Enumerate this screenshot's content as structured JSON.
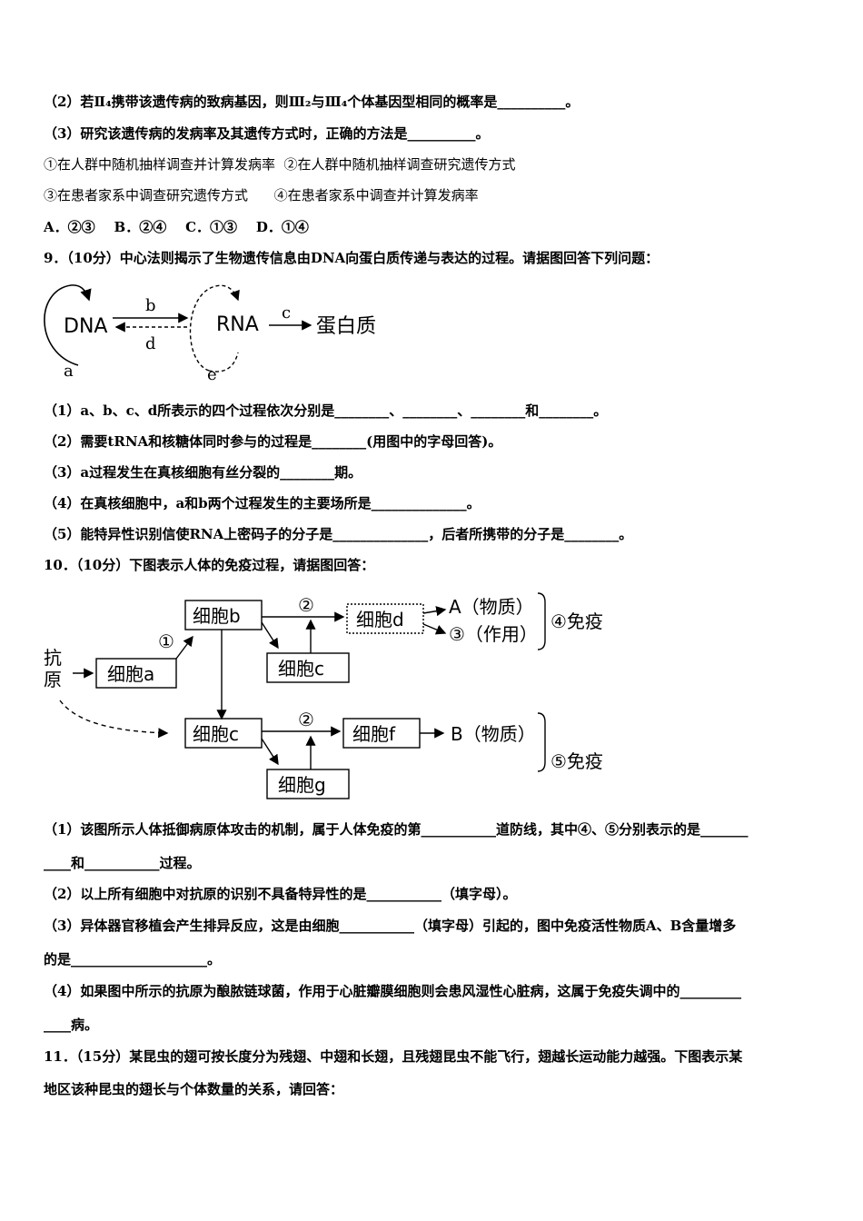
{
  "q8": {
    "p2": "（2）若Ⅱ₄携带该遗传病的致病基因，则Ⅲ₂与Ⅲ₄个体基因型相同的概率是__________。",
    "p3": "（3）研究该遗传病的发病率及其遗传方式时，正确的方法是__________。",
    "opt1": "①在人群中随机抽样调查并计算发病率  ②在人群中随机抽样调查研究遗传方式",
    "opt2": "③在患者家系中调查研究遗传方式      ④在患者家系中调查并计算发病率",
    "choices": "A．②③    B．②④    C．①③    D．①④"
  },
  "q9": {
    "stem": "9．（10分）中心法则揭示了生物遗传信息由DNA向蛋白质传递与表达的过程。请据图回答下列问题：",
    "diagram": {
      "dna": "DNA",
      "rna": "RNA",
      "protein": "蛋白质",
      "a": "a",
      "b": "b",
      "c": "c",
      "d": "d",
      "e": "e"
    },
    "p1": "（1）a、b、c、d所表示的四个过程依次分别是________、________、________和________。",
    "p2": "（2）需要tRNA和核糖体同时参与的过程是________(用图中的字母回答)。",
    "p3": "（3）a过程发生在真核细胞有丝分裂的________期。",
    "p4": "（4）在真核细胞中，a和b两个过程发生的主要场所是______________。",
    "p5": "（5）能特异性识别信使RNA上密码子的分子是______________，后者所携带的分子是________。"
  },
  "q10": {
    "stem": "10．（10分）下图表示人体的免疫过程，请据图回答：",
    "diagram": {
      "antigen1": "抗",
      "antigen2": "原",
      "cell_a": "细胞a",
      "cell_b": "细胞b",
      "cell_c_top": "细胞c",
      "cell_c_bottom": "细胞c",
      "cell_d": "细胞d",
      "cell_f": "细胞f",
      "cell_g": "细胞g",
      "n1": "①",
      "n2a": "②",
      "n2b": "②",
      "a_sub": "A（物质）",
      "n3": "③（作用）",
      "n4": "④免疫",
      "b_sub": "B（物质）",
      "n5": "⑤免疫"
    },
    "p1a": "（1）该图所示人体抵御病原体攻击的机制，属于人体免疫的第___________道防线，其中④、⑤分别表示的是_______",
    "p1b": "____和___________过程。",
    "p2": "（2）以上所有细胞中对抗原的识别不具备特异性的是___________（填字母）。",
    "p3a": "（3）异体器官移植会产生排异反应，这是由细胞___________（填字母）引起的，图中免疫活性物质A、B含量增多",
    "p3b": "的是____________________。",
    "p4a": "（4）如果图中所示的抗原为酿脓链球菌，作用于心脏瓣膜细胞则会患风湿性心脏病，这属于免疫失调中的_________",
    "p4b": "____病。"
  },
  "q11": {
    "stem1": "11．（15分）某昆虫的翅可按长度分为残翅、中翅和长翅，且残翅昆虫不能飞行，翅越长运动能力越强。下图表示某",
    "stem2": "地区该种昆虫的翅长与个体数量的关系，请回答："
  }
}
